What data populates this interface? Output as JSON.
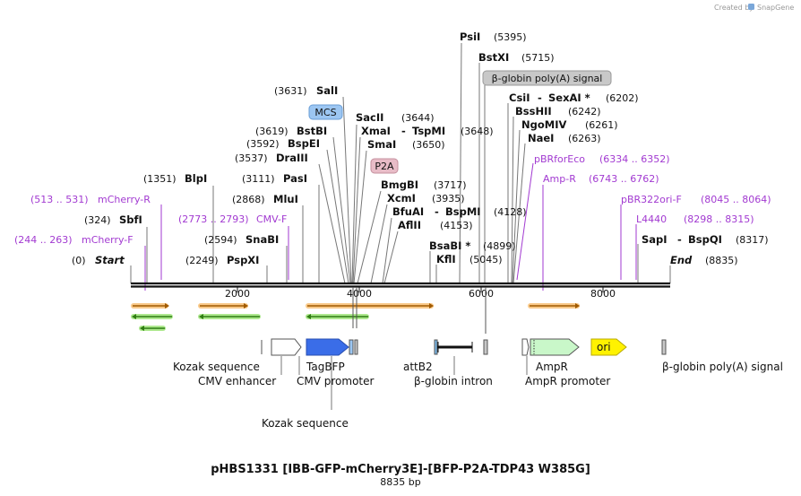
{
  "watermark": {
    "prefix": "Created by",
    "brand": "SnapGene"
  },
  "title": "pHBS1331 [IBB-GFP-mCherry3E]-[BFP-P2A-TDP43 W385G]",
  "subtitle": "8835 bp",
  "ruler": {
    "ticks": [
      "2000",
      "4000",
      "6000",
      "8000"
    ]
  },
  "ends": {
    "start": {
      "name": "Start",
      "pos": "(0)"
    },
    "end": {
      "name": "End",
      "pos": "(8835)"
    }
  },
  "sites": [
    {
      "name": "SbfI",
      "pos": "(324)"
    },
    {
      "name": "BlpI",
      "pos": "(1351)"
    },
    {
      "name": "PspXI",
      "pos": "(2249)"
    },
    {
      "name": "SnaBI",
      "pos": "(2594)"
    },
    {
      "name": "MluI",
      "pos": "(2868)"
    },
    {
      "name": "PasI",
      "pos": "(3111)"
    },
    {
      "name": "DraIII",
      "pos": "(3537)"
    },
    {
      "name": "BspEI",
      "pos": "(3592)"
    },
    {
      "name": "BstBI",
      "pos": "(3619)"
    },
    {
      "name": "SalI",
      "pos": "(3631)"
    },
    {
      "name": "SacII",
      "pos": "(3644)"
    },
    {
      "name": "XmaI",
      "sep": "-",
      "name2": "TspMI",
      "pos": "(3648)"
    },
    {
      "name": "SmaI",
      "pos": "(3650)"
    },
    {
      "name": "BmgBI",
      "pos": "(3717)"
    },
    {
      "name": "XcmI",
      "pos": "(3935)"
    },
    {
      "name": "BfuAI",
      "sep": "-",
      "name2": "BspMI",
      "pos": "(4128)"
    },
    {
      "name": "AflII",
      "pos": "(4153)"
    },
    {
      "name": "BsaBI *",
      "pos": "(4899)"
    },
    {
      "name": "KflI",
      "pos": "(5045)"
    },
    {
      "name": "PsiI",
      "pos": "(5395)"
    },
    {
      "name": "BstXI",
      "pos": "(5715)"
    },
    {
      "name": "CsiI",
      "sep": "-",
      "name2": "SexAI *",
      "pos": "(6202)"
    },
    {
      "name": "BssHII",
      "pos": "(6242)"
    },
    {
      "name": "NgoMIV",
      "pos": "(6261)"
    },
    {
      "name": "NaeI",
      "pos": "(6263)"
    },
    {
      "name": "SapI",
      "sep": "-",
      "name2": "BspQI",
      "pos": "(8317)"
    }
  ],
  "primers": [
    {
      "name": "mCherry-R",
      "range": "(513 .. 531)"
    },
    {
      "name": "mCherry-F",
      "range": "(244 .. 263)"
    },
    {
      "name": "CMV-F",
      "range": "(2773 .. 2793)"
    },
    {
      "name": "pBRforEco",
      "range": "(6334 .. 6352)"
    },
    {
      "name": "Amp-R",
      "range": "(6743 .. 6762)"
    },
    {
      "name": "pBR322ori-F",
      "range": "(8045 .. 8064)"
    },
    {
      "name": "L4440",
      "range": "(8298 .. 8315)"
    }
  ],
  "boxes": {
    "mcs": "MCS",
    "p2a": "P2A",
    "bglobin_top": "β-globin poly(A) signal"
  },
  "features": {
    "kozak1": "Kozak sequence",
    "cmv_enhancer": "CMV enhancer",
    "tagbfp": "TagBFP",
    "cmv_promoter": "CMV promoter",
    "kozak2": "Kozak sequence",
    "attb2": "attB2",
    "bglobin_intron": "β-globin intron",
    "ampr": "AmpR",
    "ampr_promoter": "AmpR promoter",
    "ori": "ori",
    "bglobin_polya": "β-globin poly(A) signal"
  },
  "colors": {
    "primer": "#a23ad1",
    "tagbfp": "#3a6de8",
    "ampr": "#c9f7c9",
    "ori": "#fff200",
    "orange_orf": "#f0a040",
    "green_orf": "#7ed957",
    "mcs_box": "#9cc6f2",
    "p2a_box": "#e8bcc7",
    "grey_box": "#c8c8c8"
  }
}
